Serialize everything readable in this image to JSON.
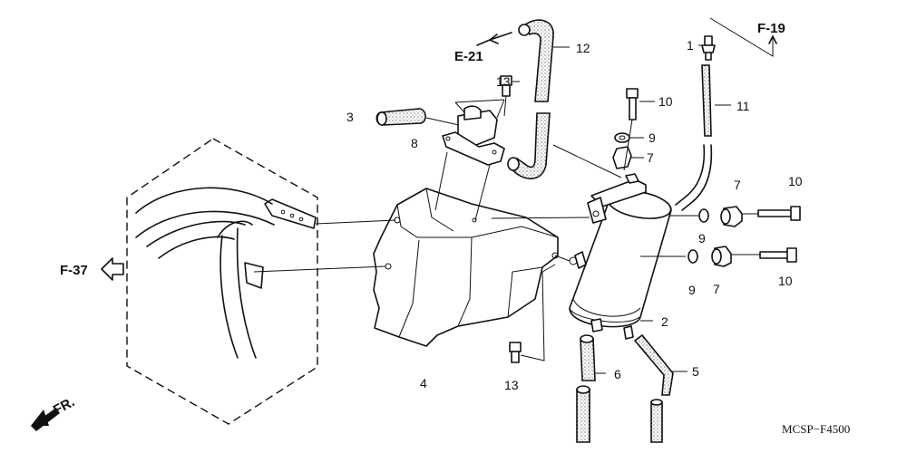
{
  "diagram": {
    "catalog_code": "MCSP−F4500",
    "front_marker": "FR.",
    "refs": {
      "e21": "E-21",
      "f19": "F-19",
      "f37": "F-37"
    },
    "callouts": {
      "c1": "1",
      "c2": "2",
      "c3": "3",
      "c4": "4",
      "c5": "5",
      "c6": "6",
      "c7a": "7",
      "c7b": "7",
      "c7c": "7",
      "c8": "8",
      "c9a": "9",
      "c9b": "9",
      "c9c": "9",
      "c10a": "10",
      "c10b": "10",
      "c10c": "10",
      "c11": "11",
      "c12": "12",
      "c13a": "13",
      "c13b": "13"
    }
  }
}
